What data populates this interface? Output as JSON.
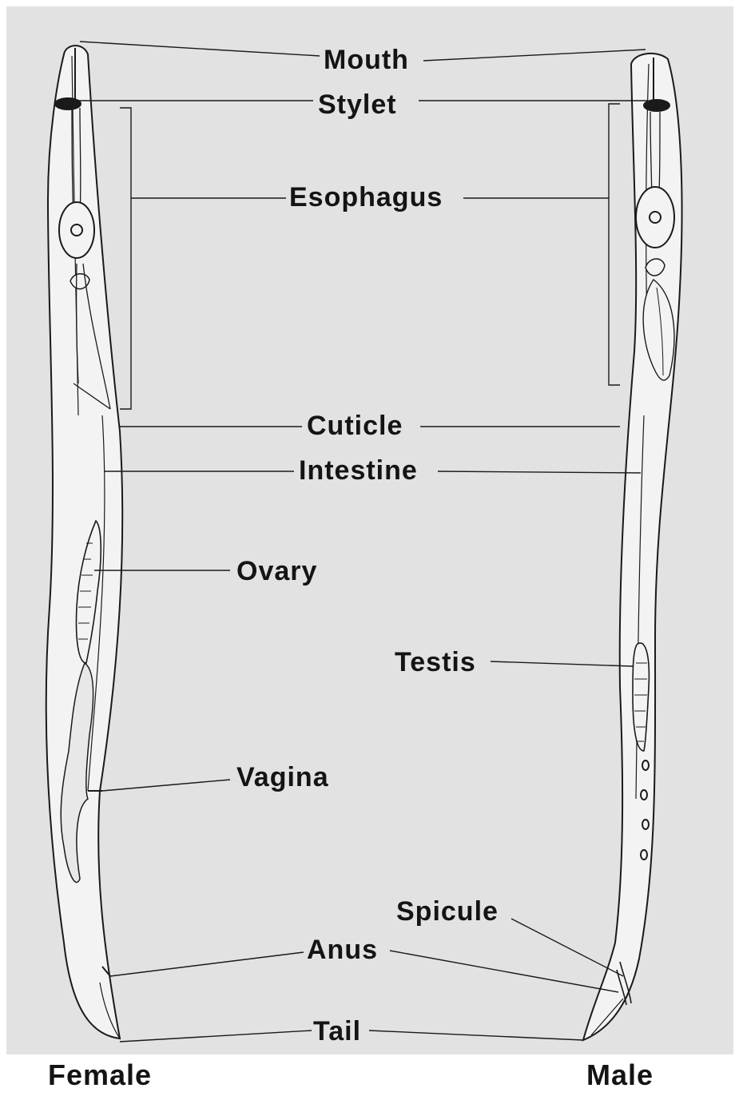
{
  "colors": {
    "background": "#e2e2e2",
    "outline": "#1a1a1a",
    "body_fill": "#f3f3f3",
    "text": "#141414"
  },
  "labels": {
    "mouth": "Mouth",
    "stylet": "Stylet",
    "esophagus": "Esophagus",
    "cuticle": "Cuticle",
    "intestine": "Intestine",
    "ovary": "Ovary",
    "testis": "Testis",
    "vagina": "Vagina",
    "spicule": "Spicule",
    "anus": "Anus",
    "tail": "Tail",
    "female": "Female",
    "male": "Male"
  }
}
